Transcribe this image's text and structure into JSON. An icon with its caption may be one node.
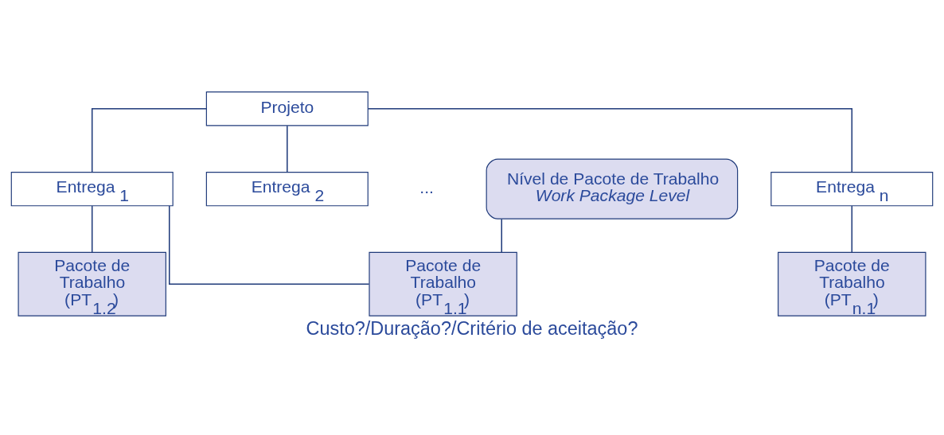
{
  "diagram": {
    "caption": "Custo?/Duração?/Critério de aceitação?",
    "nodes": [
      {
        "text": [
          "Projeto"
        ]
      },
      {
        "text": [
          "Entrega $_{1}$"
        ]
      },
      {
        "text": [
          "Entrega $_{2}$"
        ]
      },
      {
        "text": [
          "Entrega $_{n}$"
        ]
      },
      {
        "text": [
          "Pacote de Trabalho (PT$_{1.1}$)"
        ]
      },
      {
        "text": [
          "Pacote de Trabalho (PT$_{1.2}$)"
        ]
      },
      {
        "text": [
          "Nível de Pacote de Trabalho",
          "Work Package Level"
        ]
      },
      {
        "text": [
          "Pacote de Trabalho (PT$_{n.1}$)"
        ]
      }
    ],
    "edges": [
      {
        "from": 0,
        "to": 1,
        "arrow": "none"
      },
      {
        "from": 0,
        "to": 2,
        "arrow": "none"
      },
      {
        "from": 0,
        "to": 3,
        "arrow": "none"
      },
      {
        "from": 1,
        "to": 4,
        "arrow": "none"
      },
      {
        "from": 1,
        "to": 5,
        "arrow": "none"
      },
      {
        "from": 3,
        "to": 7,
        "arrow": "none"
      },
      {
        "from": 6,
        "to": 4,
        "arrow": "none"
      }
    ],
    "labels": [
      "..."
    ]
  }
}
